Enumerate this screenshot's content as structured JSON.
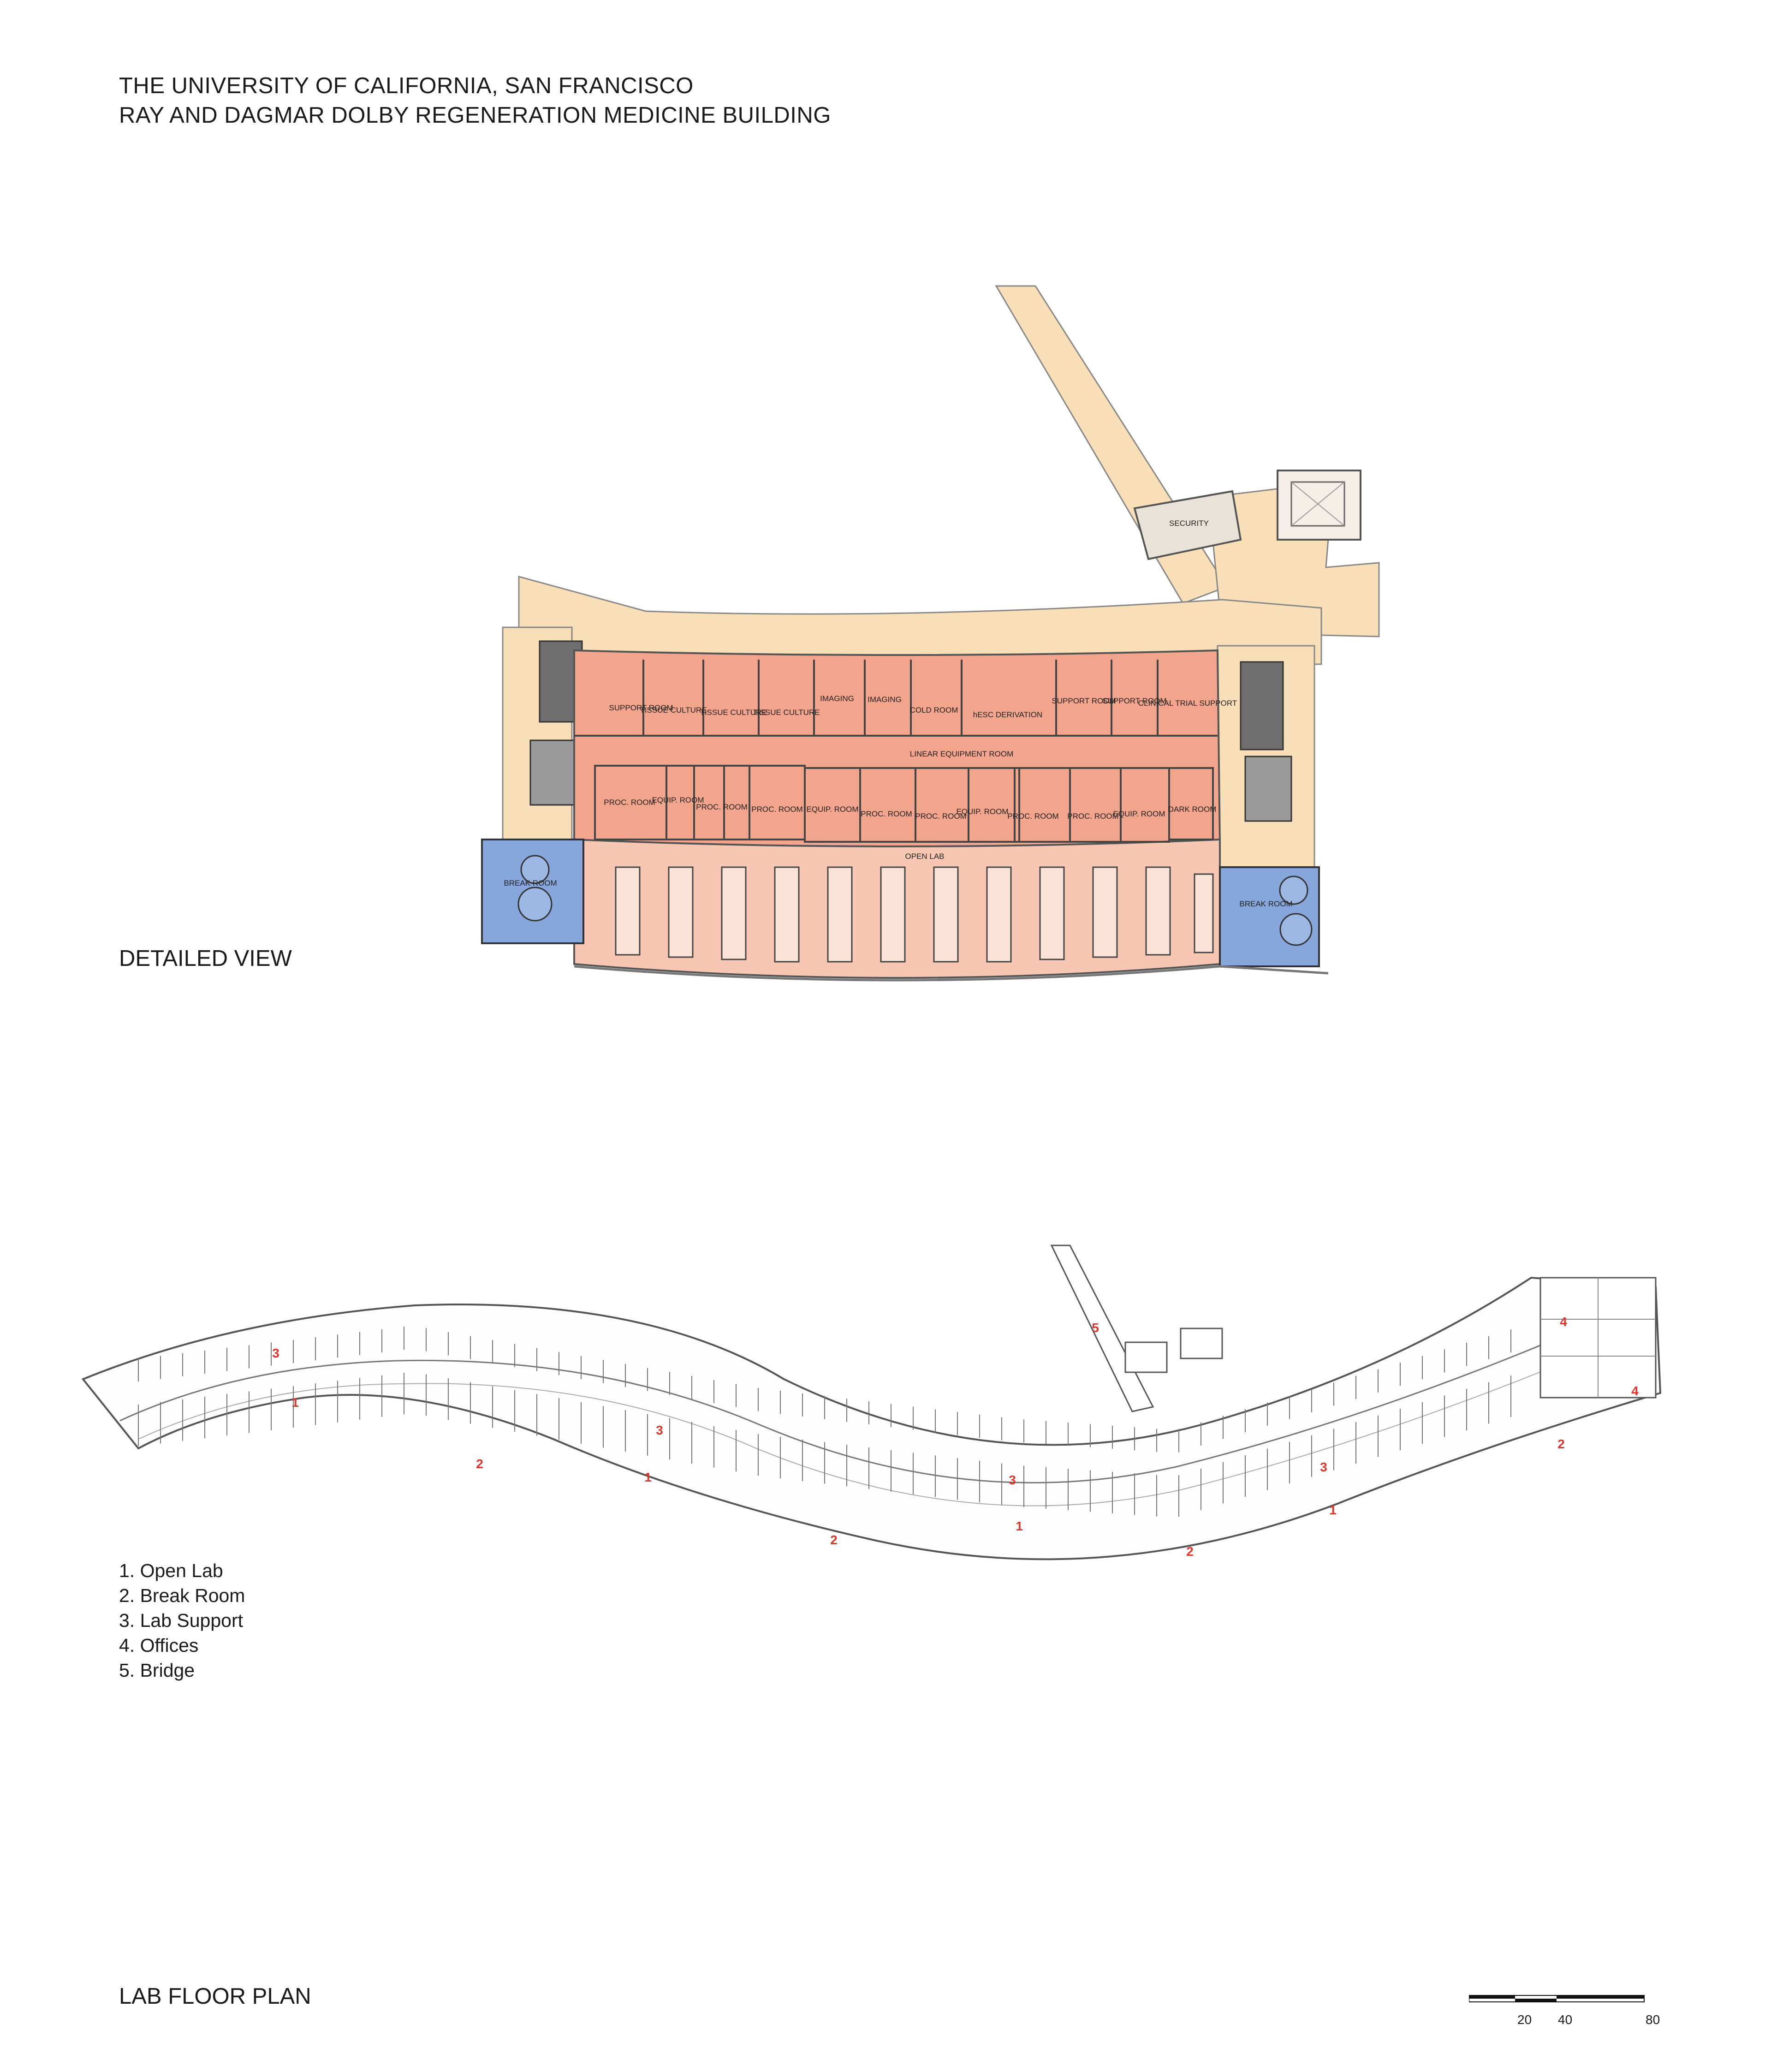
{
  "header": {
    "line1": "THE UNIVERSITY OF CALIFORNIA, SAN FRANCISCO",
    "line2": "RAY AND DAGMAR DOLBY REGENERATION MEDICINE BUILDING"
  },
  "detail": {
    "label": "DETAILED VIEW",
    "rooms": {
      "security": "SECURITY",
      "support1": "SUPPORT ROOM",
      "tissue1": "TISSUE CULTURE",
      "tissue2": "TISSUE CULTURE",
      "tissue3": "TISSUE CULTURE",
      "imaging1": "IMAGING",
      "imaging2": "IMAGING",
      "cold": "COLD ROOM",
      "hesc": "hESC DERIVATION",
      "support2": "SUPPORT ROOM",
      "support3": "SUPPORT ROOM",
      "clinical": "CLINICAL TRIAL SUPPORT",
      "linear": "LINEAR EQUIPMENT ROOM",
      "proc1": "PROC. ROOM",
      "equip1": "EQUIP. ROOM",
      "proc2": "PROC. ROOM",
      "proc3": "PROC. ROOM",
      "equip2": "EQUIP. ROOM",
      "proc4": "PROC. ROOM",
      "proc5": "PROC. ROOM",
      "equip3": "EQUIP. ROOM",
      "proc6": "PROC. ROOM",
      "proc7": "PROC. ROOM",
      "equip4": "EQUIP. ROOM",
      "dark": "DARK ROOM",
      "openlab": "OPEN LAB",
      "break1": "BREAK ROOM",
      "break2": "BREAK ROOM"
    }
  },
  "overview": {
    "label": "LAB FLOOR PLAN",
    "markers": [
      "3",
      "1",
      "2",
      "3",
      "1",
      "2",
      "3",
      "1",
      "2",
      "3",
      "1",
      "2",
      "4",
      "4",
      "5"
    ]
  },
  "legend": {
    "items": [
      "1. Open Lab",
      "2. Break Room",
      "3. Lab Support",
      "4. Offices",
      "5. Bridge"
    ]
  },
  "scale": {
    "ticks": [
      "20",
      "40",
      "80"
    ]
  },
  "colors": {
    "corridor": "#f8dfb8",
    "lab_support": "#f2a48c",
    "open_lab": "#f7c7b3",
    "break_room": "#86a6dc",
    "marker_red": "#e0352b"
  }
}
